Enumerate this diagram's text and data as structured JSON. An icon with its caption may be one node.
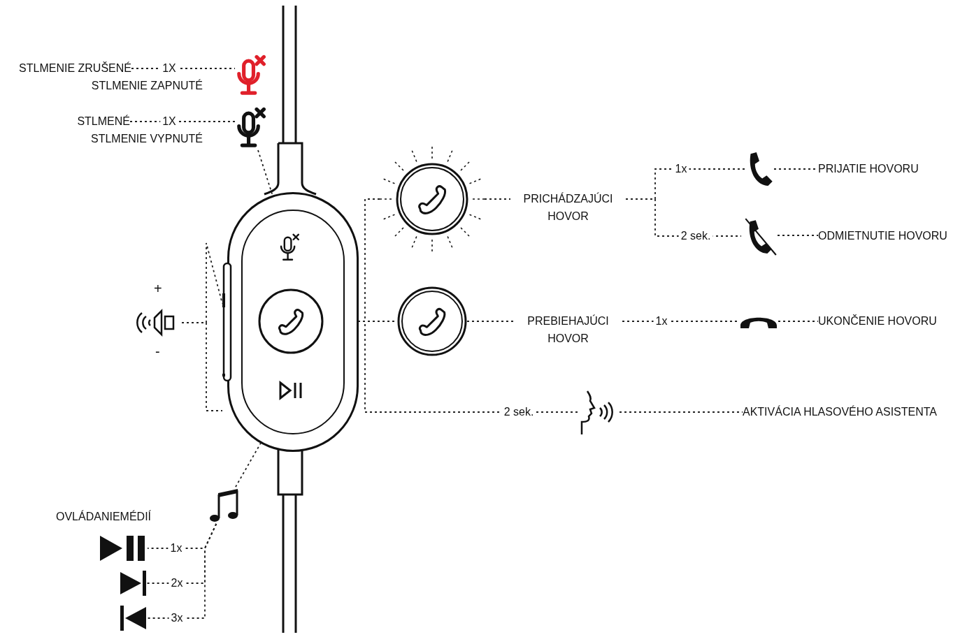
{
  "diagram": {
    "nodes": [
      {
        "text": [],
        "shape": "box"
      },
      {
        "text": [],
        "shape": "microphone",
        "in": 0
      },
      {
        "text": [],
        "shape": "circle",
        "in": 0
      },
      {
        "text": [],
        "shape": "triangle",
        "in": 0
      },
      {
        "text": [],
        "shape": "bar"
      },
      {
        "text": [
          "STLMENIE ZRUŠENÉ"
        ],
        "beside": [
          "STLMENIE ZAPNUTÉ"
        ]
      },
      {
        "text": [],
        "shape": "microphone"
      },
      {
        "text": [
          "STLMENÉ"
        ],
        "beside": [
          "STLMENIE VYPNUTÉ"
        ]
      },
      {
        "text": [],
        "shape": "microphone"
      },
      {
        "text": [],
        "shape": "speaker"
      },
      {
        "text": [],
        "shape": "circle"
      },
      {
        "text": [
          "PRICHÁDZAJÚCI HOVOR"
        ]
      },
      {
        "text": [],
        "shape": "phone"
      },
      {
        "text": [
          "PRIJATIE HOVORU"
        ]
      },
      {
        "text": [],
        "shape": "phone"
      },
      {
        "text": [
          "ODMIETNUTIE HOVORU"
        ]
      },
      {
        "text": [],
        "shape": "circle"
      },
      {
        "text": [
          "PREBIEHAJÚCI HOVOR"
        ]
      },
      {
        "text": [],
        "shape": "phone"
      },
      {
        "text": [
          "UKONČENIE HOVORU"
        ]
      },
      {
        "text": [],
        "shape": "person"
      },
      {
        "text": [
          "AKTIVÁCIA HLASOVÉHO ASISTENTA"
        ]
      },
      {
        "text": [],
        "shape": "note"
      },
      {
        "text": [],
        "shape": "triangle"
      },
      {
        "text": [],
        "shape": "triangle"
      },
      {
        "text": [],
        "shape": "triangle"
      }
    ],
    "edges": [
      {
        "from": 5,
        "to": 6,
        "arrow": "none",
        "label": "1X"
      },
      {
        "from": 7,
        "to": 8,
        "arrow": "none",
        "label": "1X"
      },
      {
        "from": 8,
        "to": 1,
        "arrow": "none"
      },
      {
        "from": 9,
        "to": 4,
        "arrow": "none"
      },
      {
        "from": 2,
        "to": 10,
        "arrow": "none"
      },
      {
        "from": 2,
        "to": 16,
        "arrow": "none"
      },
      {
        "from": 2,
        "to": 20,
        "arrow": "none",
        "label": "2 sek."
      },
      {
        "from": 10,
        "to": 11,
        "arrow": "none"
      },
      {
        "from": 11,
        "to": 12,
        "arrow": "none",
        "label": "1x"
      },
      {
        "from": 11,
        "to": 14,
        "arrow": "none",
        "label": "2 sek."
      },
      {
        "from": 12,
        "to": 13,
        "arrow": "none"
      },
      {
        "from": 14,
        "to": 15,
        "arrow": "none"
      },
      {
        "from": 16,
        "to": 17,
        "arrow": "none"
      },
      {
        "from": 17,
        "to": 18,
        "arrow": "none",
        "label": "1x"
      },
      {
        "from": 18,
        "to": 19,
        "arrow": "none"
      },
      {
        "from": 20,
        "to": 21,
        "arrow": "none"
      },
      {
        "from": 3,
        "to": 22,
        "arrow": "none"
      },
      {
        "from": 22,
        "to": 23,
        "arrow": "none",
        "label": "1x"
      },
      {
        "from": 22,
        "to": 24,
        "arrow": "none",
        "label": "2x"
      },
      {
        "from": 22,
        "to": 25,
        "arrow": "none",
        "label": "3x"
      }
    ],
    "labels": [
      "+",
      "-",
      "OVLÁDANIEMÉDIÍ"
    ]
  }
}
